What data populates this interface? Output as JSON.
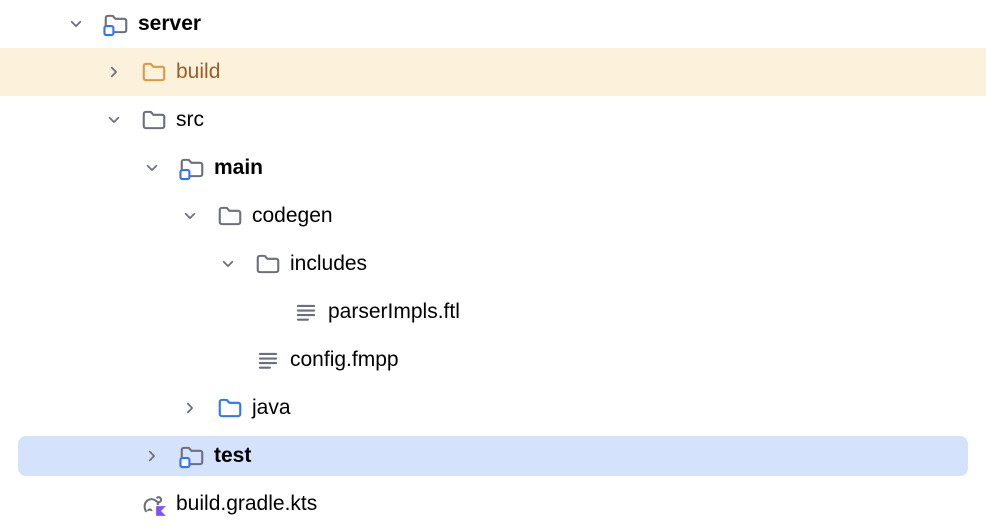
{
  "tree": {
    "rows": [
      {
        "label": "server",
        "depth": 0,
        "expanded": true,
        "icon": "module-folder",
        "bold": true
      },
      {
        "label": "build",
        "depth": 1,
        "expanded": false,
        "icon": "excluded-folder",
        "highlight": "excluded"
      },
      {
        "label": "src",
        "depth": 1,
        "expanded": true,
        "icon": "folder"
      },
      {
        "label": "main",
        "depth": 2,
        "expanded": true,
        "icon": "module-folder",
        "bold": true
      },
      {
        "label": "codegen",
        "depth": 3,
        "expanded": true,
        "icon": "folder"
      },
      {
        "label": "includes",
        "depth": 4,
        "expanded": true,
        "icon": "folder"
      },
      {
        "label": "parserImpls.ftl",
        "depth": 5,
        "expanded": null,
        "icon": "text-file"
      },
      {
        "label": "config.fmpp",
        "depth": 4,
        "expanded": null,
        "icon": "text-file"
      },
      {
        "label": "java",
        "depth": 3,
        "expanded": false,
        "icon": "source-folder"
      },
      {
        "label": "test",
        "depth": 2,
        "expanded": false,
        "icon": "module-folder",
        "bold": true,
        "selected": true
      },
      {
        "label": "build.gradle.kts",
        "depth": 1,
        "expanded": null,
        "icon": "gradle-kts-file"
      }
    ],
    "colors": {
      "background": "#ffffff",
      "text": "#000000",
      "selection_bg": "#d5e2fb",
      "excluded_row_bg": "#fcf2dc",
      "excluded_text": "#9c5d27",
      "icon_gray": "#6c707e",
      "accent_blue": "#3574f0",
      "excluded_folder_orange": "#d99a45",
      "kotlin_purple": "#7f52ff"
    }
  }
}
